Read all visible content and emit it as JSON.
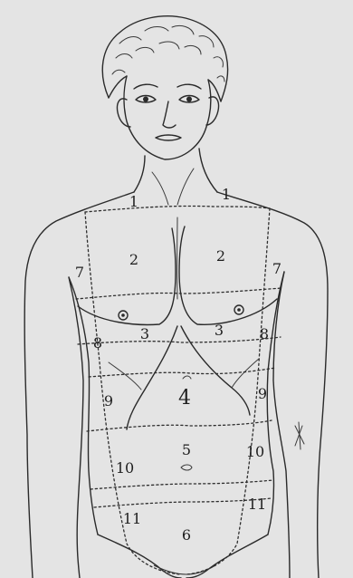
{
  "regions": [
    {
      "id": "left-1",
      "label": "1"
    },
    {
      "id": "right-1",
      "label": "1"
    },
    {
      "id": "left-2",
      "label": "2"
    },
    {
      "id": "right-2",
      "label": "2"
    },
    {
      "id": "left-7",
      "label": "7"
    },
    {
      "id": "right-7",
      "label": "7"
    },
    {
      "id": "left-3",
      "label": "3"
    },
    {
      "id": "right-3",
      "label": "3"
    },
    {
      "id": "left-8",
      "label": "8"
    },
    {
      "id": "right-8",
      "label": "8"
    },
    {
      "id": "left-9",
      "label": "9"
    },
    {
      "id": "right-9",
      "label": "9"
    },
    {
      "id": "center-4",
      "label": "4"
    },
    {
      "id": "center-5",
      "label": "5"
    },
    {
      "id": "left-10",
      "label": "10"
    },
    {
      "id": "right-10",
      "label": "10"
    },
    {
      "id": "left-11",
      "label": "11"
    },
    {
      "id": "right-11",
      "label": "11"
    },
    {
      "id": "center-6",
      "label": "6"
    }
  ]
}
